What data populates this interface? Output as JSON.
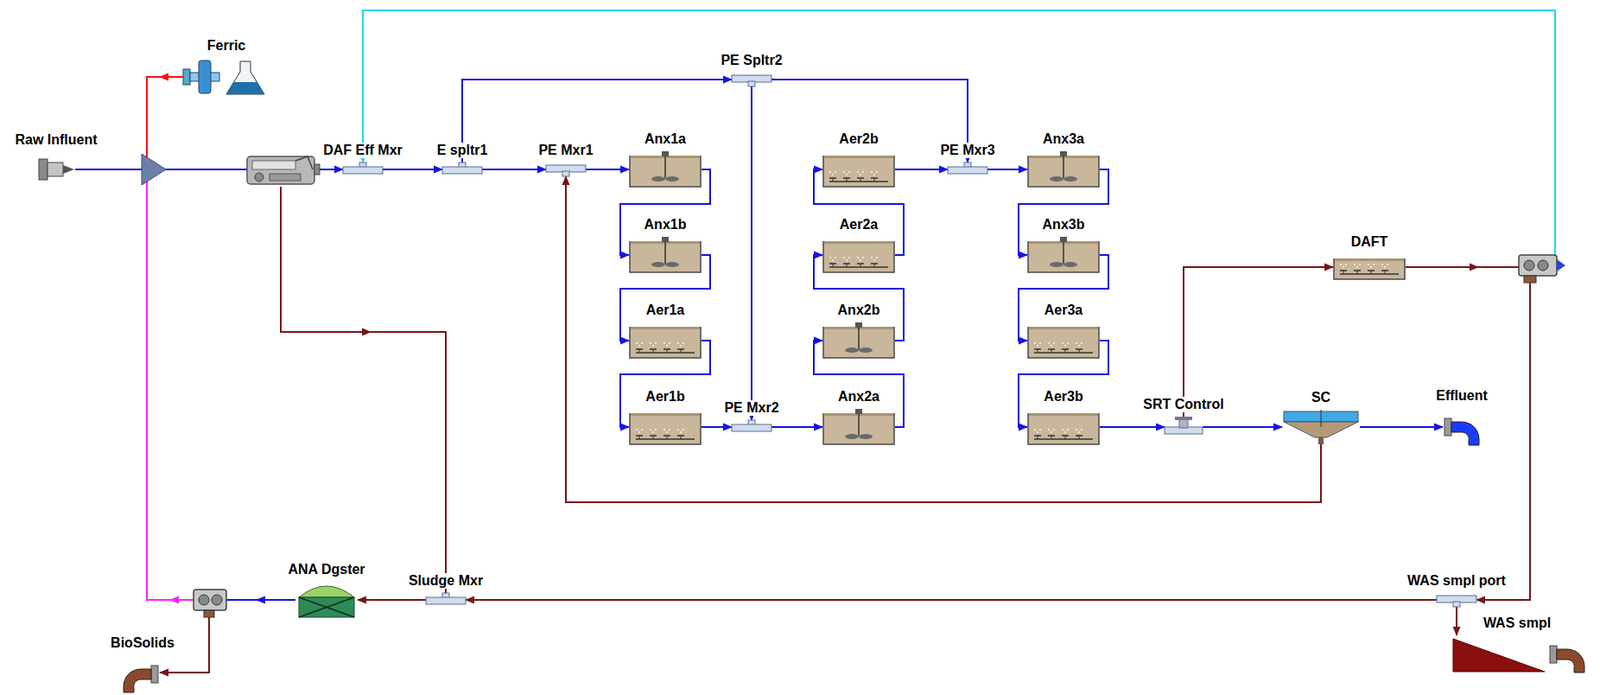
{
  "diagram": {
    "nodes": [
      {
        "text": [
          "Ferric"
        ]
      },
      {
        "text": [
          "PE Spltr2"
        ]
      },
      {
        "text": [
          "Raw Influent"
        ]
      },
      {
        "text": [
          "DAF Eff Mxr"
        ]
      },
      {
        "text": [
          "E spltr1"
        ]
      },
      {
        "text": [
          "PE Mxr1"
        ]
      },
      {
        "text": [
          "Anx1a"
        ]
      },
      {
        "text": [
          "Aer2b"
        ]
      },
      {
        "text": [
          "PE Mxr3"
        ]
      },
      {
        "text": [
          "Anx3a"
        ]
      },
      {
        "text": [
          "Anx1b"
        ]
      },
      {
        "text": [
          "Aer2a"
        ]
      },
      {
        "text": [
          "Anx3b"
        ]
      },
      {
        "text": [
          "DAFT"
        ]
      },
      {
        "text": [
          "Aer1a"
        ]
      },
      {
        "text": [
          "Anx2b"
        ]
      },
      {
        "text": [
          "Aer3a"
        ]
      },
      {
        "text": [
          "Aer1b"
        ]
      },
      {
        "text": [
          "PE Mxr2"
        ]
      },
      {
        "text": [
          "Anx2a"
        ]
      },
      {
        "text": [
          "Aer3b"
        ]
      },
      {
        "text": [
          "SRT Control"
        ]
      },
      {
        "text": [
          "SC"
        ]
      },
      {
        "text": [
          "Effluent"
        ]
      },
      {
        "text": [
          "ANA Dgster"
        ]
      },
      {
        "text": [
          "Sludge Mxr"
        ]
      },
      {
        "text": [
          "WAS smpl port"
        ]
      },
      {
        "text": [
          "WAS smpl"
        ]
      },
      {
        "text": [
          "BioSolids"
        ]
      }
    ],
    "edges": [
      {
        "from": 2,
        "to": 3,
        "arrow": "to"
      },
      {
        "from": 3,
        "to": 4,
        "arrow": "to"
      },
      {
        "from": 4,
        "to": 5,
        "arrow": "to"
      },
      {
        "from": 4,
        "to": 1,
        "arrow": "to"
      },
      {
        "from": 1,
        "to": 18,
        "arrow": "to"
      },
      {
        "from": 1,
        "to": 8,
        "arrow": "to"
      },
      {
        "from": 5,
        "to": 6,
        "arrow": "to"
      },
      {
        "from": 6,
        "to": 10,
        "arrow": "to"
      },
      {
        "from": 10,
        "to": 14,
        "arrow": "to"
      },
      {
        "from": 14,
        "to": 17,
        "arrow": "to"
      },
      {
        "from": 17,
        "to": 18,
        "arrow": "to"
      },
      {
        "from": 18,
        "to": 19,
        "arrow": "to"
      },
      {
        "from": 19,
        "to": 15,
        "arrow": "to"
      },
      {
        "from": 15,
        "to": 11,
        "arrow": "to"
      },
      {
        "from": 11,
        "to": 7,
        "arrow": "to"
      },
      {
        "from": 7,
        "to": 8,
        "arrow": "to"
      },
      {
        "from": 8,
        "to": 9,
        "arrow": "to"
      },
      {
        "from": 9,
        "to": 12,
        "arrow": "to"
      },
      {
        "from": 12,
        "to": 16,
        "arrow": "to"
      },
      {
        "from": 16,
        "to": 20,
        "arrow": "to"
      },
      {
        "from": 20,
        "to": 21,
        "arrow": "to"
      },
      {
        "from": 21,
        "to": 22,
        "arrow": "to"
      },
      {
        "from": 22,
        "to": 23,
        "arrow": "to"
      },
      {
        "from": 22,
        "to": 5,
        "arrow": "to"
      },
      {
        "from": 21,
        "to": 13,
        "arrow": "to"
      },
      {
        "from": 13,
        "to": 3,
        "arrow": "to"
      },
      {
        "from": 13,
        "to": 26,
        "arrow": "to"
      },
      {
        "from": 26,
        "to": 27,
        "arrow": "to"
      },
      {
        "from": 26,
        "to": 25,
        "arrow": "to"
      },
      {
        "from": 25,
        "to": 24,
        "arrow": "to"
      },
      {
        "from": 24,
        "to": 28,
        "arrow": "to"
      }
    ]
  }
}
